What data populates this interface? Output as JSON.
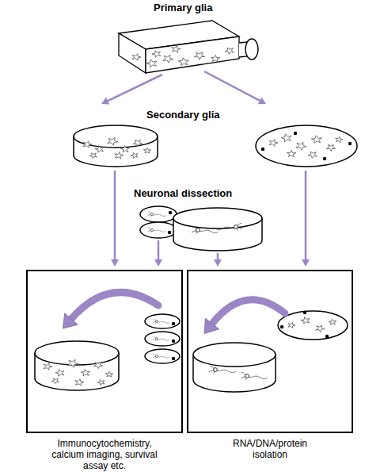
{
  "diagram": {
    "nodes": [
      {
        "text": [
          "Immunocytochemistry, calcium imaging, survival assay etc."
        ]
      },
      {
        "text": [
          "RNA/DNA/protein isolation"
        ]
      }
    ],
    "labels": [
      "Primary glia",
      "Secondary glia",
      "Neuronal dissection"
    ]
  }
}
